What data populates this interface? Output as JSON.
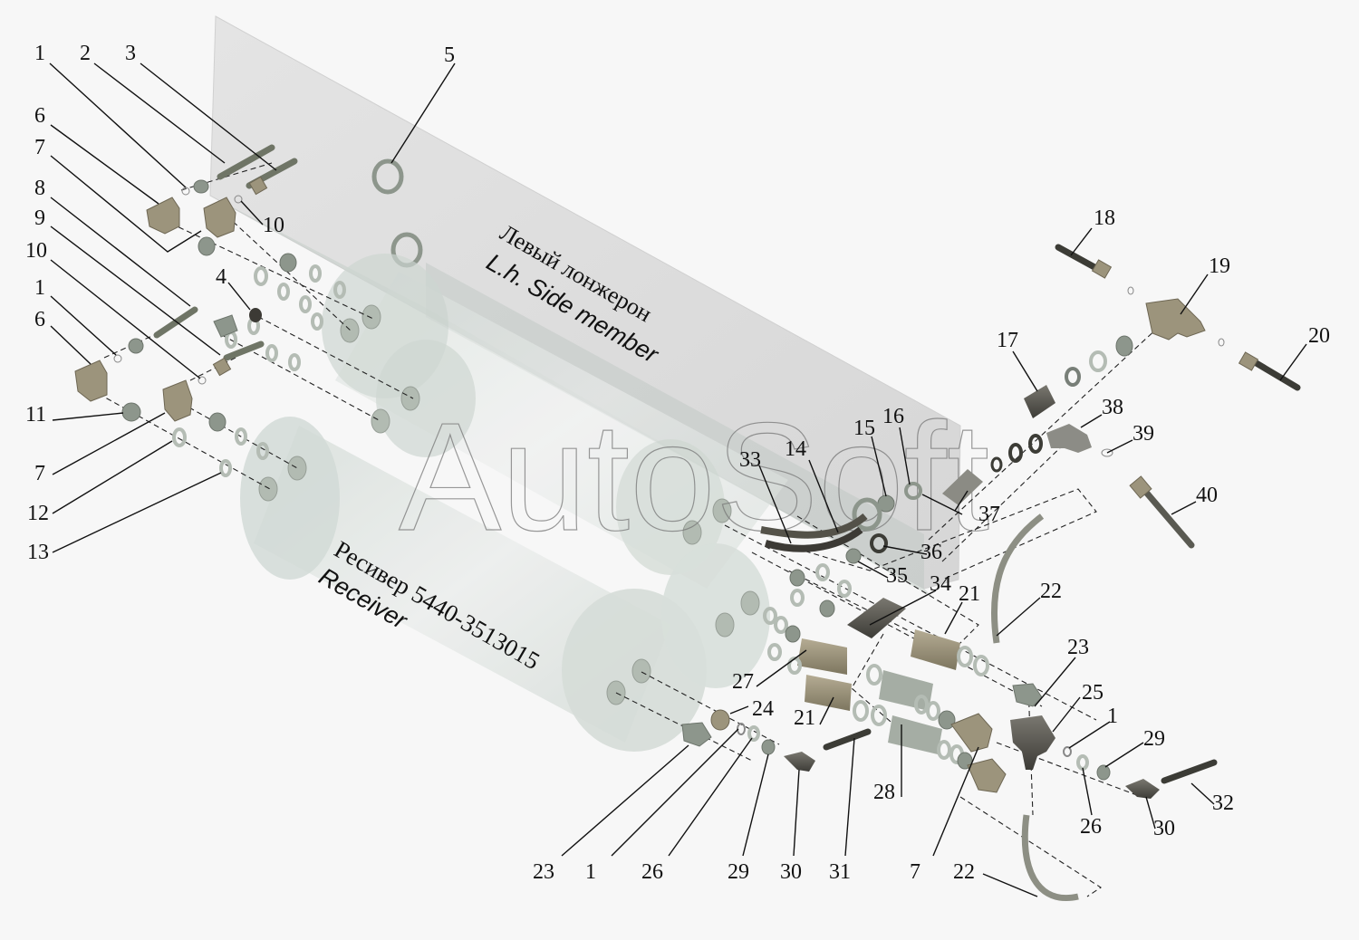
{
  "diagram": {
    "type": "exploded-parts-view",
    "beam": {
      "label_ru": "Левый лонжерон",
      "label_en": "L.h. Side member"
    },
    "receiver": {
      "label_ru": "Ресивер 5440-3513015",
      "label_en": "Receiver"
    },
    "watermark": "AutoSoft",
    "colors": {
      "background": "#f7f7f7",
      "beam": "#dcdcdc",
      "tank": "#cfd8d2",
      "fitting": "#9c947c",
      "nut": "#8d968c",
      "text": "#111111"
    },
    "callouts": [
      {
        "id": "c1a",
        "label": "1"
      },
      {
        "id": "c2",
        "label": "2"
      },
      {
        "id": "c3",
        "label": "3"
      },
      {
        "id": "c5",
        "label": "5"
      },
      {
        "id": "c6a",
        "label": "6"
      },
      {
        "id": "c7a",
        "label": "7"
      },
      {
        "id": "c8",
        "label": "8"
      },
      {
        "id": "c9",
        "label": "9"
      },
      {
        "id": "c10a",
        "label": "10"
      },
      {
        "id": "c10b",
        "label": "10"
      },
      {
        "id": "c4",
        "label": "4"
      },
      {
        "id": "c1b",
        "label": "1"
      },
      {
        "id": "c6b",
        "label": "6"
      },
      {
        "id": "c11",
        "label": "11"
      },
      {
        "id": "c7b",
        "label": "7"
      },
      {
        "id": "c12",
        "label": "12"
      },
      {
        "id": "c13",
        "label": "13"
      },
      {
        "id": "c18",
        "label": "18"
      },
      {
        "id": "c19",
        "label": "19"
      },
      {
        "id": "c20",
        "label": "20"
      },
      {
        "id": "c17",
        "label": "17"
      },
      {
        "id": "c38",
        "label": "38"
      },
      {
        "id": "c39",
        "label": "39"
      },
      {
        "id": "c40",
        "label": "40"
      },
      {
        "id": "c15",
        "label": "15"
      },
      {
        "id": "c16",
        "label": "16"
      },
      {
        "id": "c33",
        "label": "33"
      },
      {
        "id": "c14",
        "label": "14"
      },
      {
        "id": "c37",
        "label": "37"
      },
      {
        "id": "c36",
        "label": "36"
      },
      {
        "id": "c35",
        "label": "35"
      },
      {
        "id": "c34",
        "label": "34"
      },
      {
        "id": "c21a",
        "label": "21"
      },
      {
        "id": "c22a",
        "label": "22"
      },
      {
        "id": "c23a",
        "label": "23"
      },
      {
        "id": "c25",
        "label": "25"
      },
      {
        "id": "c27",
        "label": "27"
      },
      {
        "id": "c24",
        "label": "24"
      },
      {
        "id": "c21b",
        "label": "21"
      },
      {
        "id": "c1c",
        "label": "1"
      },
      {
        "id": "c29a",
        "label": "29"
      },
      {
        "id": "c28",
        "label": "28"
      },
      {
        "id": "c26a",
        "label": "26"
      },
      {
        "id": "c30a",
        "label": "30"
      },
      {
        "id": "c32",
        "label": "32"
      },
      {
        "id": "c23b",
        "label": "23"
      },
      {
        "id": "c1d",
        "label": "1"
      },
      {
        "id": "c26b",
        "label": "26"
      },
      {
        "id": "c29b",
        "label": "29"
      },
      {
        "id": "c30b",
        "label": "30"
      },
      {
        "id": "c31",
        "label": "31"
      },
      {
        "id": "c7c",
        "label": "7"
      },
      {
        "id": "c22b",
        "label": "22"
      }
    ]
  }
}
